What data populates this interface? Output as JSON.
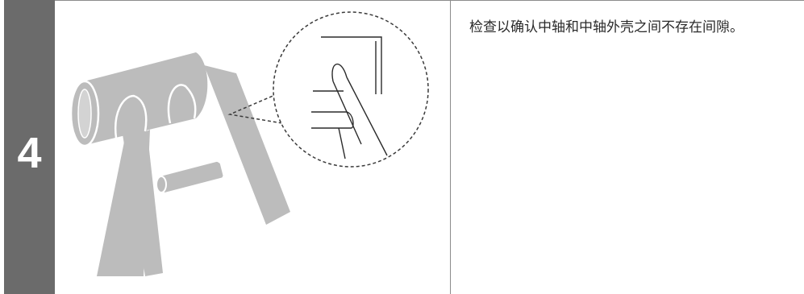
{
  "step": {
    "number": "4"
  },
  "instruction": {
    "text": "检查以确认中轴和中轴外壳之间不存在间隙。"
  },
  "colors": {
    "step_bar": "#6b6b6b",
    "frame_gray": "#bcbcbc",
    "rule": "#8c8c8c"
  },
  "illustration": {
    "name": "bottom-bracket-frame-detail"
  }
}
